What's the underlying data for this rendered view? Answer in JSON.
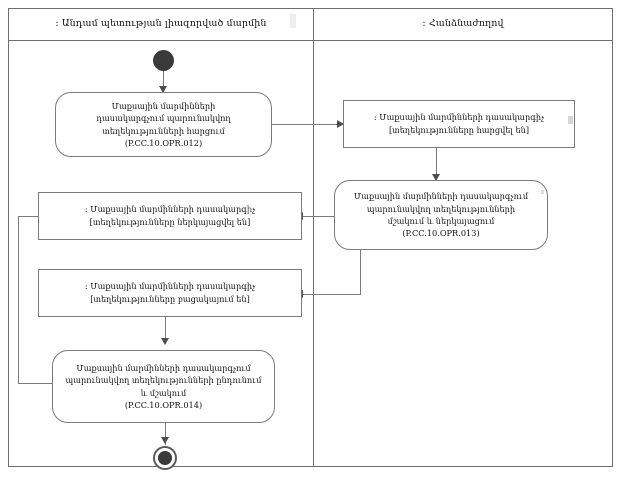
{
  "diagram": {
    "type": "uml-activity-diagram",
    "lanes": [
      {
        "id": "left",
        "title": ": Անդամ պետության լիազորված մարմին"
      },
      {
        "id": "right",
        "title": ": Հանձնաժողով"
      }
    ],
    "nodes": {
      "initial": {
        "kind": "initial-node",
        "lane": "left"
      },
      "action_012": {
        "kind": "action",
        "lane": "left",
        "text": "Մաքսային մարմինների\nդասակարգչում պարունակվող\nտեղեկությունների հարցում\n(P.CC.10.OPR.012)",
        "code": "P.CC.10.OPR.012"
      },
      "object_requested": {
        "kind": "object-node",
        "lane": "right",
        "text": ": Մաքսային մարմինների դասակարգիչ\n[տեղեկությունները հարցվել են]",
        "state": "[տեղեկությունները հարցվել են]"
      },
      "action_013": {
        "kind": "action",
        "lane": "right",
        "text": "Մաքսային մարմինների դասակարգչում\nպարունակվող տեղեկությունների\nմշակում և ներկայացում\n(P.CC.10.OPR.013)",
        "code": "P.CC.10.OPR.013"
      },
      "object_presented": {
        "kind": "object-node",
        "lane": "left",
        "text": ": Մաքսային մարմինների դասակարգիչ\n[տեղեկությունները ներկայացվել են]",
        "state": "[տեղեկությունները ներկայացվել են]"
      },
      "object_absent": {
        "kind": "object-node",
        "lane": "left",
        "text": ": Մաքսային մարմինների դասակարգիչ\n[տեղեկությունները բացակայում են]",
        "state": "[տեղեկությունները բացակայում են]"
      },
      "action_014": {
        "kind": "action",
        "lane": "left",
        "text": "Մաքսային մարմինների դասակարգչում\nպարունակվող տեղեկությունների ընդունում\nև մշակում\n(P.CC.10.OPR.014)",
        "code": "P.CC.10.OPR.014"
      },
      "final": {
        "kind": "final-node",
        "lane": "left"
      }
    },
    "flows": [
      {
        "from": "initial",
        "to": "action_012",
        "direction": "down"
      },
      {
        "from": "action_012",
        "to": "object_requested",
        "direction": "right"
      },
      {
        "from": "object_requested",
        "to": "action_013",
        "direction": "down"
      },
      {
        "from": "action_013",
        "to": "object_presented",
        "direction": "left"
      },
      {
        "from": "action_013",
        "to": "object_absent",
        "direction": "left"
      },
      {
        "from": "object_presented",
        "to": "action_014",
        "direction": "left-around"
      },
      {
        "from": "object_absent",
        "to": "action_014",
        "direction": "down"
      },
      {
        "from": "action_014",
        "to": "final",
        "direction": "down"
      }
    ],
    "colors": {
      "border": "#6f6f6f",
      "node_border": "#7b7b7b",
      "connector": "#7b7b7b",
      "arrow": "#4d4d4d",
      "node_fill": "#ffffff",
      "terminal_fill": "#3a3a3a",
      "text": "#111111"
    }
  }
}
